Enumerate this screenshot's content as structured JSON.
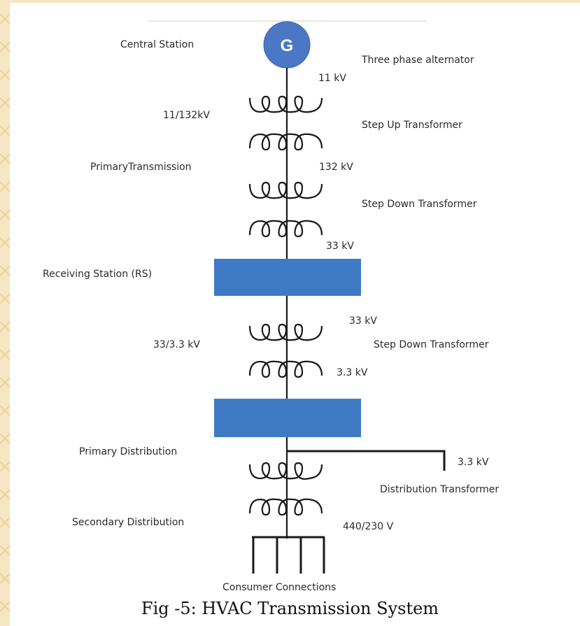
{
  "diagram": {
    "generator_symbol": "G",
    "labels": {
      "central_station": "Central Station",
      "alternator": "Three phase alternator",
      "v_11kv": "11 kV",
      "ratio_11_132": "11/132kV",
      "step_up": "Step Up Transformer",
      "primary_transmission": "PrimaryTransmission",
      "v_132kv": "132 kV",
      "step_down_1": "Step Down Transformer",
      "v_33kv_a": "33 kV",
      "receiving_station": "Receiving Station (RS)",
      "v_33kv_b": "33 kV",
      "ratio_33_3_3": "33/3.3 kV",
      "step_down_2": "Step Down Transformer",
      "v_3_3kv_a": "3.3 kV",
      "primary_distribution": "Primary Distribution",
      "v_3_3kv_b": "3.3 kV",
      "distribution_transformer": "Distribution Transformer",
      "secondary_distribution": "Secondary Distribution",
      "v_440_230": "440/230 V",
      "consumer_connections": "Consumer Connections"
    },
    "caption": "Fig -5: HVAC Transmission System",
    "colors": {
      "generator_fill": "#4a78c4",
      "station_fill": "#3f7bc4",
      "line": "#1a1a1a",
      "frame": "#f6e6c4"
    }
  }
}
